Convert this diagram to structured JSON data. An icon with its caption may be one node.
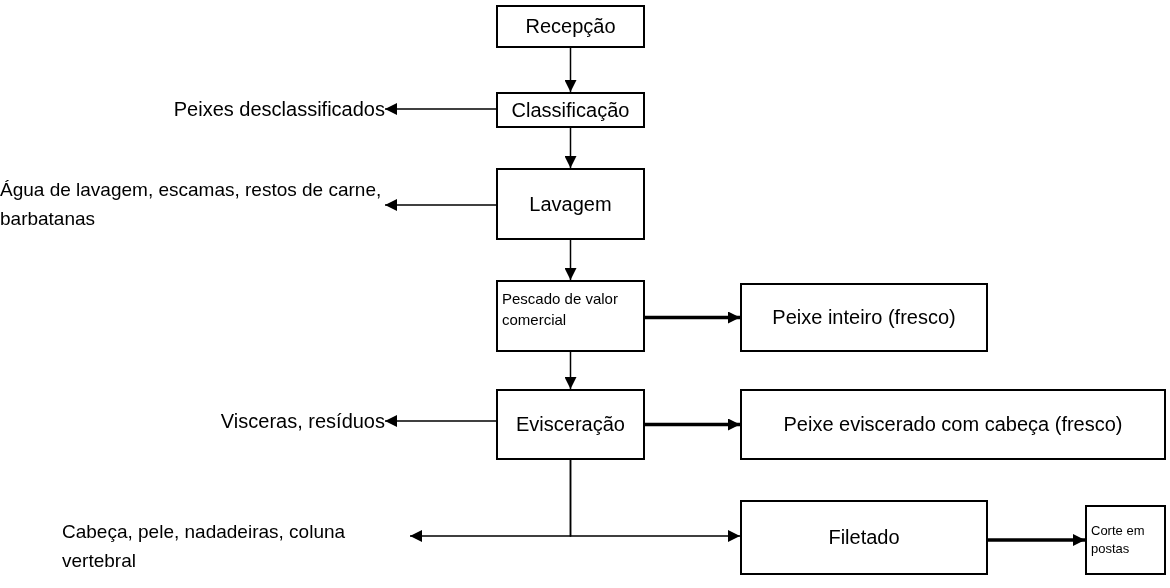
{
  "diagram": {
    "nodes": [
      {
        "text": [
          "Recepção"
        ]
      },
      {
        "text": [
          "Classificação"
        ]
      },
      {
        "text": [
          "Lavagem"
        ]
      },
      {
        "text": [
          "Pescado de valor comercial"
        ]
      },
      {
        "text": [
          "Peixe inteiro (fresco)"
        ]
      },
      {
        "text": [
          "Evisceração"
        ]
      },
      {
        "text": [
          "Peixe eviscerado com cabeça (fresco)"
        ]
      },
      {
        "text": [
          "Filetado"
        ]
      },
      {
        "text": [
          "Corte em postas"
        ]
      },
      {
        "text": [
          "Peixes desclassificados"
        ]
      },
      {
        "text": [
          "Água de lavagem, escamas, restos de carne, barbatanas"
        ]
      },
      {
        "text": [
          "Visceras, resíduos"
        ]
      },
      {
        "text": [
          "Cabeça, pele, nadadeiras, coluna vertebral"
        ]
      }
    ],
    "edges": [
      {
        "from": 0,
        "to": 1,
        "arrow": "to"
      },
      {
        "from": 1,
        "to": 2,
        "arrow": "to"
      },
      {
        "from": 2,
        "to": 3,
        "arrow": "to"
      },
      {
        "from": 1,
        "to": 9,
        "arrow": "to"
      },
      {
        "from": 2,
        "to": 10,
        "arrow": "to"
      },
      {
        "from": 3,
        "to": 4,
        "arrow": "to",
        "style": "thick"
      },
      {
        "from": 3,
        "to": 5,
        "arrow": "to"
      },
      {
        "from": 5,
        "to": 11,
        "arrow": "to"
      },
      {
        "from": 5,
        "to": 6,
        "arrow": "to",
        "style": "thick"
      },
      {
        "from": 5,
        "to": 12,
        "arrow": "to"
      },
      {
        "from": 5,
        "to": 7,
        "arrow": "to"
      },
      {
        "from": 7,
        "to": 8,
        "arrow": "to",
        "style": "thick"
      }
    ]
  }
}
